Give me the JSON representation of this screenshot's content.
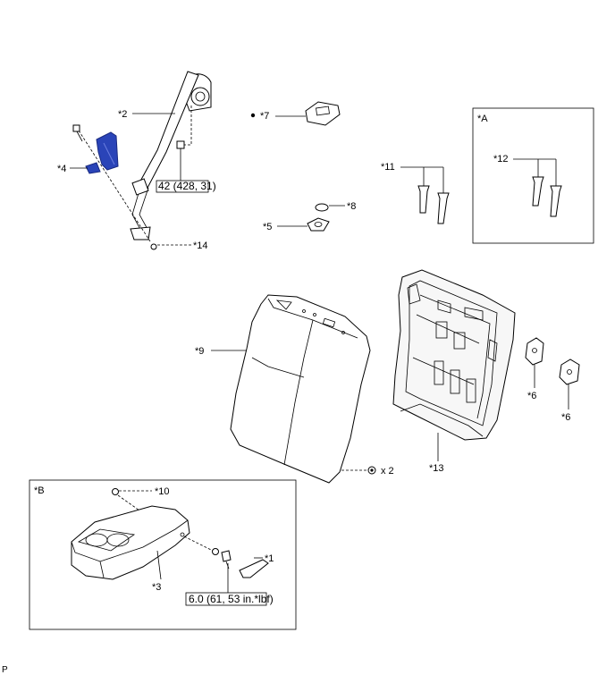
{
  "callouts": {
    "p1": "*1",
    "p2": "*2",
    "p3": "*3",
    "p4": "*4",
    "p5": "*5",
    "p6a": "*6",
    "p6b": "*6",
    "p7": "*7",
    "p8": "*8",
    "p9": "*9",
    "p10": "*10",
    "p11": "*11",
    "p12": "*12",
    "p13": "*13",
    "p14": "*14"
  },
  "views": {
    "a": "*A",
    "b": "*B"
  },
  "torques": {
    "belt": "42 (428, 31)",
    "armrest": "6.0 (61, 53 in.*lbf)"
  },
  "quantity": "x 2",
  "footer": "P",
  "colors": {
    "highlight": "#2a44b8",
    "highlight_dark": "#1a2a80"
  }
}
